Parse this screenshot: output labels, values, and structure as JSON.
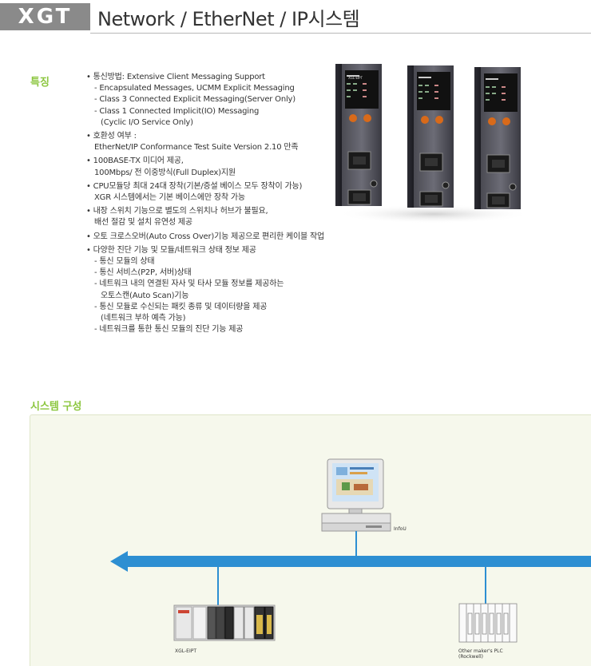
{
  "header": {
    "brand": "XGT",
    "title": "Network / EtherNet / IP시스템"
  },
  "features": {
    "label": "특징",
    "lines": [
      {
        "t": "• 통신방법: Extensive Client Messaging Support",
        "c": "b0"
      },
      {
        "t": "- Encapsulated Messages, UCMM Explicit Messaging",
        "c": "in"
      },
      {
        "t": "- Class 3 Connected Explicit Messaging(Server Only)",
        "c": "in"
      },
      {
        "t": "- Class 1 Connected Implicit(IO) Messaging",
        "c": "in"
      },
      {
        "t": "(Cyclic I/O Service Only)",
        "c": "in2"
      },
      {
        "t": "• 호환성 여부 :",
        "c": "b"
      },
      {
        "t": "EtherNet/IP Conformance Test Suite Version 2.10 만족",
        "c": "i0"
      },
      {
        "t": "• 100BASE-TX 미디어 제공,",
        "c": "b"
      },
      {
        "t": "100Mbps/ 전 이중방식(Full Duplex)지원",
        "c": "i0"
      },
      {
        "t": "• CPU모듈당 최대 24대 장착(기본/증설 베이스 모두 장착이 가능)",
        "c": "b"
      },
      {
        "t": "XGR 시스템에서는 기본 베이스에만 장착 가능",
        "c": "i0"
      },
      {
        "t": "• 내장 스위치 기능으로 별도의 스위치나 허브가 불필요,",
        "c": "b"
      },
      {
        "t": "배선 절감 및 설치 유연성 제공",
        "c": "i0"
      },
      {
        "t": "• 오토 크로스오버(Auto Cross Over)기능 제공으로 편리한 케이블 작업",
        "c": "b"
      },
      {
        "t": "• 다양한 진단 기능 및 모듈/네트워크 상태 정보 제공",
        "c": "b"
      },
      {
        "t": "- 통신 모듈의 상태",
        "c": "in"
      },
      {
        "t": "- 통신 서비스(P2P, 서버)상태",
        "c": "in"
      },
      {
        "t": "- 네트워크 내의 연결된 자사 및 타사 모듈 정보를 제공하는",
        "c": "in"
      },
      {
        "t": "오토스캔(Auto Scan)기능",
        "c": "in2"
      },
      {
        "t": "- 통신 모듈로 수신되는 패킷 종류 및 데이터량을 제공",
        "c": "in"
      },
      {
        "t": "(네트워크 부하 예측 가능)",
        "c": "in2"
      },
      {
        "t": "- 네트워크를 통한 통신 모듈의 진단 기능 제공",
        "c": "in"
      }
    ]
  },
  "product": {
    "module_label": "XGL-EIPT"
  },
  "system": {
    "label": "시스템 구성",
    "infou_label": "InfoU",
    "plc_label": "XGL-EIPT",
    "other_plc_label_1": "Other maker's PLC",
    "other_plc_label_2": "(Rockwell)"
  },
  "colors": {
    "brand_bg": "#8a8a8a",
    "accent_green": "#8cc63f",
    "network_blue": "#2d8fd2",
    "diagram_bg": "#f6f8ec"
  }
}
